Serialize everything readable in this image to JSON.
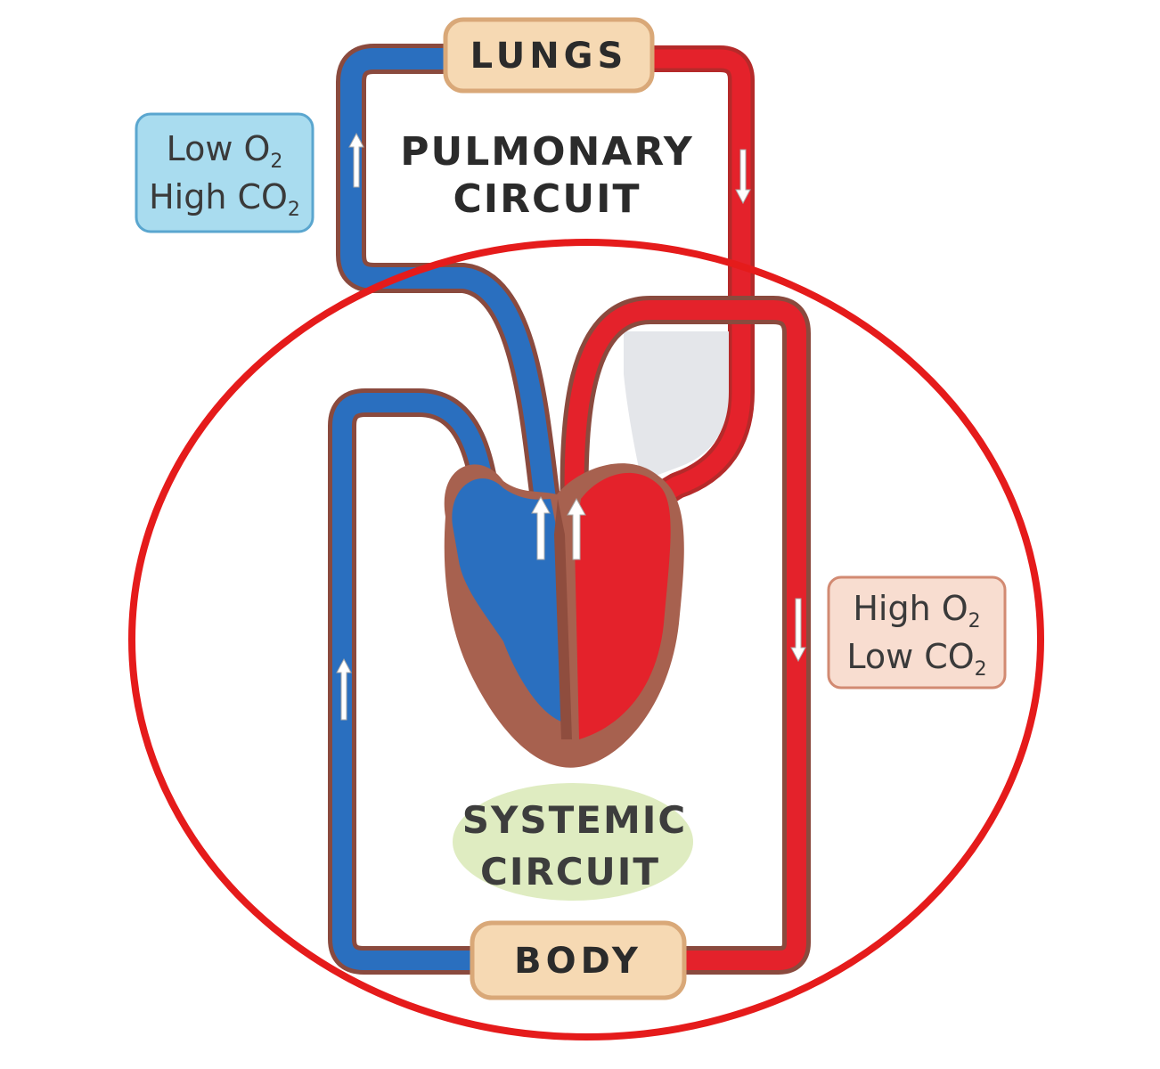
{
  "labels": {
    "lungs": "LUNGS",
    "body": "BODY",
    "pulmonary_line1": "PULMONARY",
    "pulmonary_line2": "CIRCUIT",
    "systemic_line1": "SYSTEMIC",
    "systemic_line2": "CIRCUIT"
  },
  "blood_left": {
    "o2_prefix": "Low O",
    "o2_sub": "2",
    "co2_prefix": "High CO",
    "co2_sub": "2"
  },
  "blood_right": {
    "o2_prefix": "High O",
    "o2_sub": "2",
    "co2_prefix": "Low CO",
    "co2_sub": "2"
  },
  "colors": {
    "deoxygenated": "#2a6fbf",
    "oxygenated": "#e4222b",
    "heart_muscle": "#a7614f",
    "organ_box": "#f6d9b3",
    "left_info_box": "#a9dcef",
    "right_info_box": "#f8ddd0",
    "systemic_highlight": "#dfecc1",
    "annotation_ellipse": "#e51b1b"
  }
}
